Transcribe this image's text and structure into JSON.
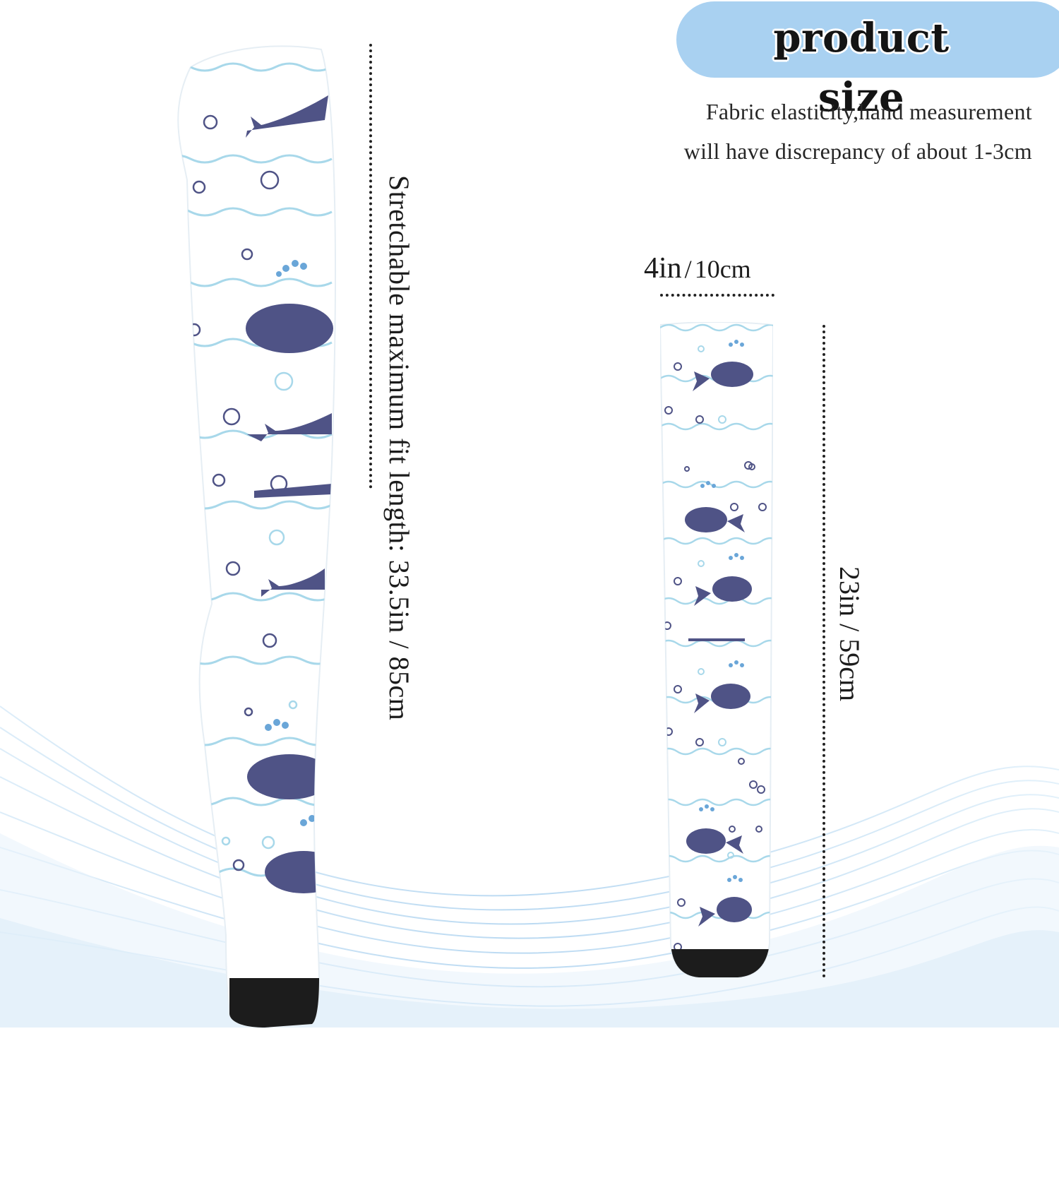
{
  "header": {
    "title": "product size",
    "note_line1": "Fabric elasticity,hand measurement",
    "note_line2": "will have discrepancy of about 1-3cm"
  },
  "long_sock": {
    "label": "Stretchable maximum fit length: 33.5in / 85cm"
  },
  "flat_sock": {
    "width_in": "4in",
    "width_sep": "/",
    "width_cm": "10cm",
    "length_label": "23in / 59cm"
  },
  "colors": {
    "pill": "#a9d1f1",
    "whale": "#4f5386",
    "wave": "#a8d8ea",
    "toe": "#1c1c1c",
    "spout": "#6aa6d8"
  }
}
